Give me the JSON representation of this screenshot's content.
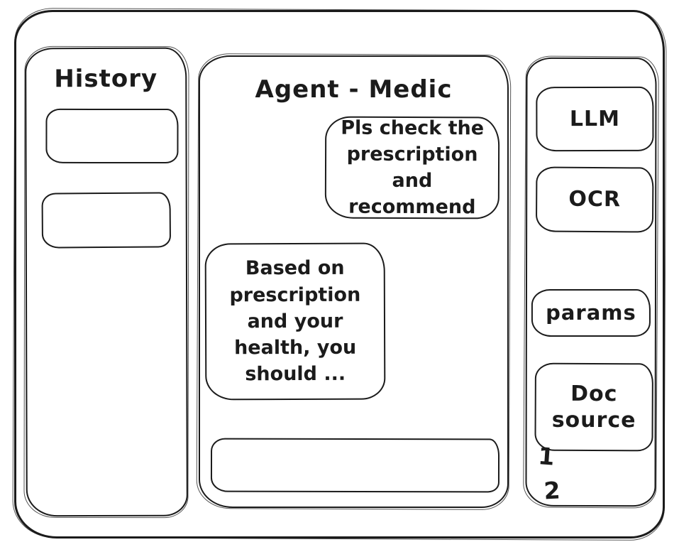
{
  "window": {
    "background": "#ffffff",
    "stroke_color": "#1b1b1b"
  },
  "history_panel": {
    "title": "History",
    "items": [
      {
        "label": ""
      },
      {
        "label": ""
      }
    ]
  },
  "chat_panel": {
    "title": "Agent - Medic",
    "messages": [
      {
        "role": "user",
        "text": "Pls check the prescription and recommend"
      },
      {
        "role": "agent",
        "text": "Based on prescription and your health, you should ..."
      }
    ],
    "input": {
      "value": "",
      "placeholder": ""
    }
  },
  "tools_panel": {
    "buttons": [
      {
        "label": "LLM"
      },
      {
        "label": "OCR"
      },
      {
        "label": "params"
      },
      {
        "label": "Doc source"
      }
    ],
    "doc_source_items": [
      {
        "label": "1"
      },
      {
        "label": "2"
      }
    ]
  }
}
